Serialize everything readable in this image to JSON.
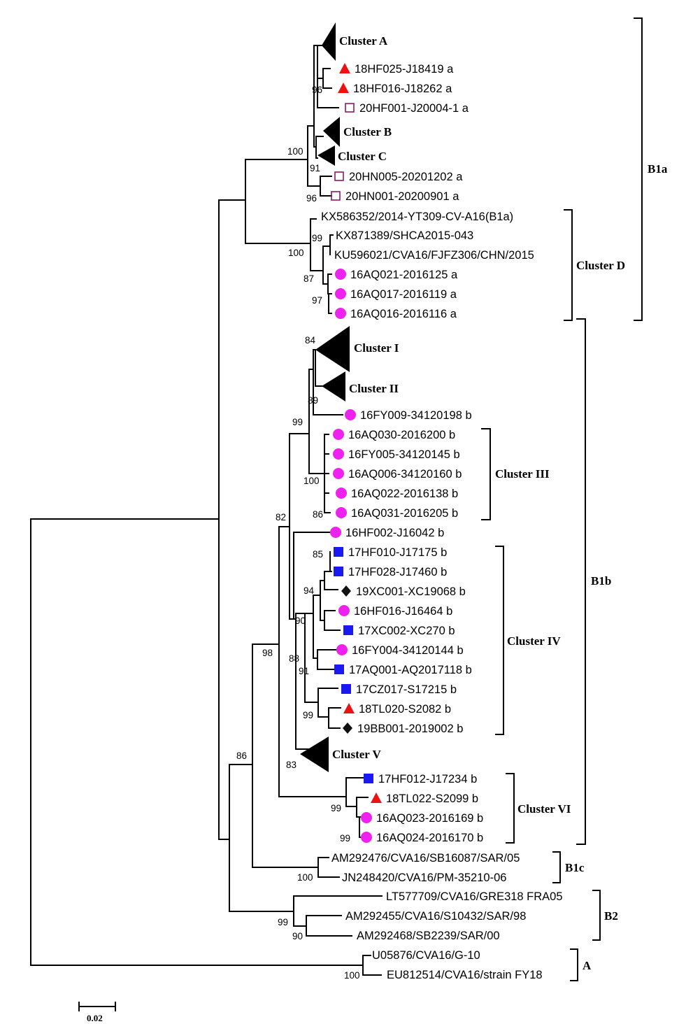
{
  "colors": {
    "triangle_red": "#ee1111",
    "square_open_purple": "#8b1c62",
    "circle_magenta": "#ee22ee",
    "square_blue": "#1a1aee",
    "diamond_black": "#111111"
  },
  "tips": [
    {
      "id": "t1",
      "label": "18HF025-J18419 a",
      "marker": "triangle-red"
    },
    {
      "id": "t2",
      "label": "18HF016-J18262 a",
      "marker": "triangle-red"
    },
    {
      "id": "t3",
      "label": "20HF001-J20004-1 a",
      "marker": "open-square-purple"
    },
    {
      "id": "t4",
      "label": "20HN005-20201202 a",
      "marker": "open-square-purple"
    },
    {
      "id": "t5",
      "label": "20HN001-20200901 a",
      "marker": "open-square-purple"
    },
    {
      "id": "t6",
      "label": "KX586352/2014-YT309-CV-A16(B1a)",
      "marker": "none"
    },
    {
      "id": "t7",
      "label": "KX871389/SHCA2015-043",
      "marker": "none"
    },
    {
      "id": "t8",
      "label": "KU596021/CVA16/FJFZ306/CHN/2015",
      "marker": "none"
    },
    {
      "id": "t9",
      "label": "16AQ021-2016125 a",
      "marker": "circle-magenta"
    },
    {
      "id": "t10",
      "label": "16AQ017-2016119 a",
      "marker": "circle-magenta"
    },
    {
      "id": "t11",
      "label": "16AQ016-2016116 a",
      "marker": "circle-magenta"
    },
    {
      "id": "t12",
      "label": "16FY009-34120198 b",
      "marker": "circle-magenta"
    },
    {
      "id": "t13",
      "label": "16AQ030-2016200 b",
      "marker": "circle-magenta"
    },
    {
      "id": "t14",
      "label": "16FY005-34120145 b",
      "marker": "circle-magenta"
    },
    {
      "id": "t15",
      "label": "16AQ006-34120160 b",
      "marker": "circle-magenta"
    },
    {
      "id": "t16",
      "label": "16AQ022-2016138 b",
      "marker": "circle-magenta"
    },
    {
      "id": "t17",
      "label": "16AQ031-2016205 b",
      "marker": "circle-magenta"
    },
    {
      "id": "t18",
      "label": "16HF002-J16042 b",
      "marker": "circle-magenta"
    },
    {
      "id": "t19",
      "label": "17HF010-J17175 b",
      "marker": "square-blue"
    },
    {
      "id": "t20",
      "label": "17HF028-J17460 b",
      "marker": "square-blue"
    },
    {
      "id": "t21",
      "label": "19XC001-XC19068 b",
      "marker": "diamond-black"
    },
    {
      "id": "t22",
      "label": "16HF016-J16464 b",
      "marker": "circle-magenta"
    },
    {
      "id": "t23",
      "label": "17XC002-XC270 b",
      "marker": "square-blue"
    },
    {
      "id": "t24",
      "label": "16FY004-34120144 b",
      "marker": "circle-magenta"
    },
    {
      "id": "t25",
      "label": "17AQ001-AQ2017118 b",
      "marker": "square-blue"
    },
    {
      "id": "t26",
      "label": "17CZ017-S17215 b",
      "marker": "square-blue"
    },
    {
      "id": "t27",
      "label": "18TL020-S2082 b",
      "marker": "triangle-red"
    },
    {
      "id": "t28",
      "label": "19BB001-2019002 b",
      "marker": "diamond-black"
    },
    {
      "id": "t29",
      "label": "17HF012-J17234 b",
      "marker": "square-blue"
    },
    {
      "id": "t30",
      "label": "18TL022-S2099 b",
      "marker": "triangle-red"
    },
    {
      "id": "t31",
      "label": "16AQ023-2016169 b",
      "marker": "circle-magenta"
    },
    {
      "id": "t32",
      "label": "16AQ024-2016170 b",
      "marker": "circle-magenta"
    },
    {
      "id": "t33",
      "label": "AM292476/CVA16/SB16087/SAR/05",
      "marker": "none"
    },
    {
      "id": "t34",
      "label": "JN248420/CVA16/PM-35210-06",
      "marker": "none"
    },
    {
      "id": "t35",
      "label": "LT577709/CVA16/GRE318 FRA05",
      "marker": "none"
    },
    {
      "id": "t36",
      "label": "AM292455/CVA16/S10432/SAR/98",
      "marker": "none"
    },
    {
      "id": "t37",
      "label": "AM292468/SB2239/SAR/00",
      "marker": "none"
    },
    {
      "id": "t38",
      "label": "U05876/CVA16/G-10",
      "marker": "none"
    },
    {
      "id": "t39",
      "label": "EU812514/CVA16/strain FY18",
      "marker": "none"
    }
  ],
  "collapsed_clusters": [
    {
      "id": "cA",
      "label": "Cluster A"
    },
    {
      "id": "cB",
      "label": "Cluster B"
    },
    {
      "id": "cC",
      "label": "Cluster C"
    },
    {
      "id": "cI",
      "label": "Cluster I"
    },
    {
      "id": "cII",
      "label": "Cluster II"
    },
    {
      "id": "cV",
      "label": "Cluster V"
    }
  ],
  "bootstrap_values": [
    "96",
    "100",
    "91",
    "96",
    "99",
    "100",
    "87",
    "97",
    "84",
    "89",
    "99",
    "100",
    "86",
    "82",
    "85",
    "94",
    "90",
    "88",
    "91",
    "99",
    "98",
    "83",
    "86",
    "99",
    "99",
    "100",
    "99",
    "90",
    "100"
  ],
  "cluster_brackets": [
    {
      "id": "D",
      "label": "Cluster D"
    },
    {
      "id": "III",
      "label": "Cluster III"
    },
    {
      "id": "IV",
      "label": "Cluster IV"
    },
    {
      "id": "VI",
      "label": "Cluster VI"
    }
  ],
  "genotype_brackets": [
    {
      "id": "B1a",
      "label": "B1a"
    },
    {
      "id": "B1b",
      "label": "B1b"
    },
    {
      "id": "B1c",
      "label": "B1c"
    },
    {
      "id": "B2",
      "label": "B2"
    },
    {
      "id": "A",
      "label": "A"
    }
  ],
  "scale_bar": {
    "label": "0.02"
  }
}
